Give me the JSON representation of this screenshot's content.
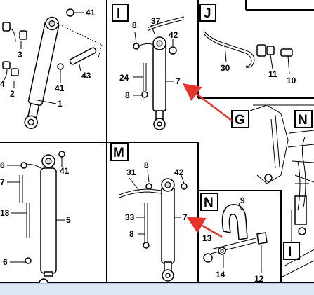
{
  "panels": {
    "top_left": {
      "callouts": [
        "41",
        "3",
        "43",
        "41",
        "4",
        "2",
        "1"
      ]
    },
    "panel_I": {
      "letter": "I",
      "callouts": [
        "8",
        "37",
        "42",
        "24",
        "8",
        "7"
      ]
    },
    "panel_J": {
      "letter": "J",
      "callouts": [
        "30",
        "11",
        "10"
      ]
    },
    "bottom_left": {
      "callouts": [
        "6",
        "41",
        "7",
        "18",
        "5",
        "6"
      ]
    },
    "panel_M": {
      "letter": "M",
      "callouts": [
        "31",
        "8",
        "42",
        "33",
        "8",
        "7"
      ]
    },
    "panel_N": {
      "letter": "N",
      "callouts": [
        "9",
        "13",
        "14",
        "12"
      ]
    },
    "machine_view": {
      "labels": [
        "G",
        "N",
        "I"
      ]
    }
  },
  "colors": {
    "arrow": "#e8332a",
    "line": "#000000",
    "status_bar": "#dbe7f4"
  }
}
